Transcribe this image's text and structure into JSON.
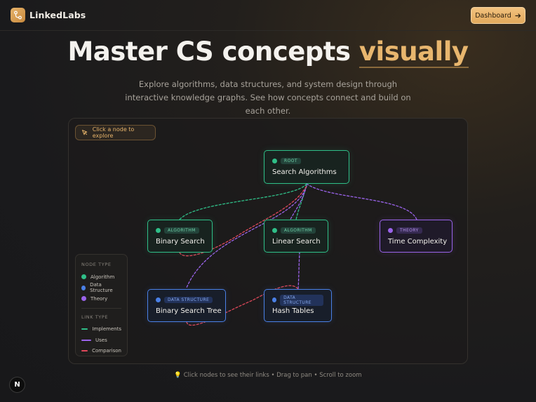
{
  "header": {
    "brand_name": "LinkedLabs",
    "dashboard_label": "Dashboard"
  },
  "hero": {
    "title_main": "Master CS concepts",
    "title_accent": "visually",
    "subtitle": "Explore algorithms, data structures, and system design through interactive knowledge graphs. See how concepts connect and build on each other."
  },
  "graph": {
    "hint": "Click a node to explore",
    "nodes": {
      "root": {
        "tag": "ROOT",
        "title": "Search Algorithms"
      },
      "binary_search": {
        "tag": "ALGORITHM",
        "title": "Binary Search"
      },
      "linear_search": {
        "tag": "ALGORITHM",
        "title": "Linear Search"
      },
      "time_complexity": {
        "tag": "THEORY",
        "title": "Time Complexity"
      },
      "bst": {
        "tag": "DATA STRUCTURE",
        "title": "Binary Search Tree"
      },
      "hash_tables": {
        "tag": "DATA STRUCTURE",
        "title": "Hash Tables"
      }
    }
  },
  "legend": {
    "node_type_heading": "NODE TYPE",
    "node_types": [
      "Algorithm",
      "Data Structure",
      "Theory"
    ],
    "link_type_heading": "LINK TYPE",
    "link_types": [
      "Implements",
      "Uses",
      "Comparison"
    ]
  },
  "colors": {
    "algorithm": "#2fbf88",
    "data_structure": "#4a80e6",
    "theory": "#9a63ea",
    "implements": "#2fbf88",
    "uses": "#9a63ea",
    "comparison": "#e0485a",
    "accent": "#e8b66e"
  },
  "footer": {
    "hint": "💡 Click nodes to see their links • Drag to pan • Scroll to zoom",
    "badge": "N"
  }
}
